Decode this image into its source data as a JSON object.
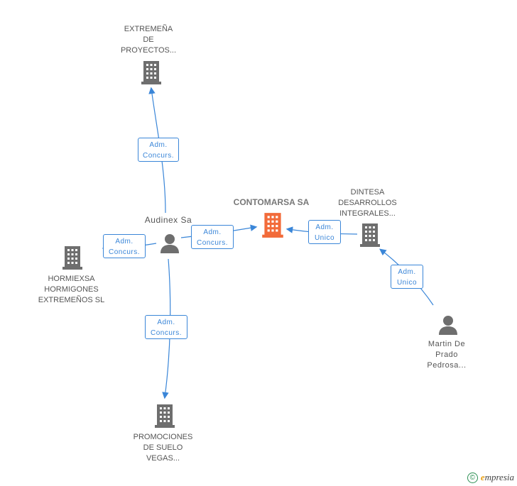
{
  "nodes": {
    "extremena": {
      "lines": [
        "EXTREMEÑA",
        "DE",
        "PROYECTOS..."
      ]
    },
    "contomarsa": {
      "lines": [
        "CONTOMARSA SA"
      ]
    },
    "dintesa": {
      "lines": [
        "DINTESA",
        "DESARROLLOS",
        "INTEGRALES..."
      ]
    },
    "audinex": {
      "lines": [
        "Audinex Sa"
      ]
    },
    "hormiexsa": {
      "lines": [
        "HORMIEXSA",
        "HORMIGONES",
        "EXTREMEÑOS SL"
      ]
    },
    "martin": {
      "lines": [
        "Martin De",
        "Prado",
        "Pedrosa..."
      ]
    },
    "promociones": {
      "lines": [
        "PROMOCIONES",
        "DE SUELO",
        "VEGAS..."
      ]
    }
  },
  "roles": {
    "r_extremena": [
      "Adm.",
      "Concurs."
    ],
    "r_hormiexsa": [
      "Adm.",
      "Concurs."
    ],
    "r_contomarsa": [
      "Adm.",
      "Concurs."
    ],
    "r_promociones": [
      "Adm.",
      "Concurs."
    ],
    "r_dintesa_left": [
      "Adm.",
      "Unico"
    ],
    "r_dintesa_martin": [
      "Adm.",
      "Unico"
    ]
  },
  "colors": {
    "edge": "#3a86d8",
    "building": "#6e6e6e",
    "main_building": "#f26b3a",
    "person": "#6e6e6e"
  },
  "footer": {
    "copyright": "©",
    "brand_initial": "e",
    "brand_rest": "mpresia"
  }
}
